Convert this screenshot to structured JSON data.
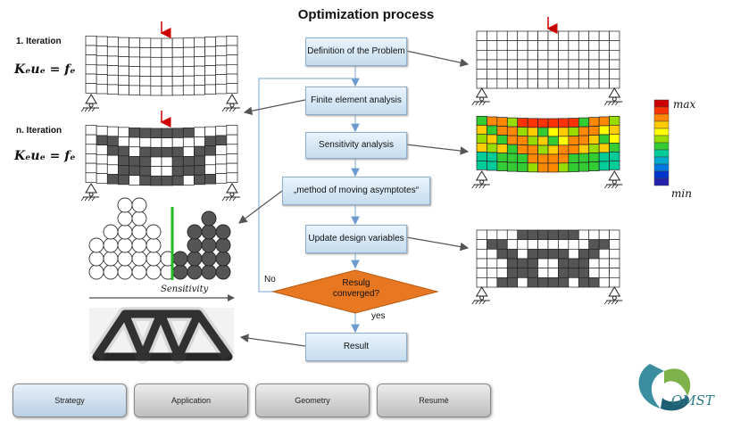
{
  "title": "Optimization process",
  "left": {
    "iter1_label": "1. Iteration",
    "itern_label": "n. Iteration",
    "equation": "Kₑuₑ = fₑ",
    "sensitivity_label": "Sensitivity"
  },
  "flow": {
    "definition": "Definition of the Problem",
    "fea": "Finite element analysis",
    "sensitivity": "Sensitivity analysis",
    "mma": "„method of moving asymptotes“",
    "update": "Update design variables",
    "converged": "Resulg converged?",
    "result": "Result",
    "no": "No",
    "yes": "yes"
  },
  "legend": {
    "max": "max",
    "min": "min",
    "colors": [
      "#cc0000",
      "#ff3300",
      "#ff8800",
      "#ffcc00",
      "#ffff00",
      "#99dd00",
      "#33cc33",
      "#00cc99",
      "#00aacc",
      "#0077dd",
      "#0033cc",
      "#2222aa"
    ]
  },
  "tabs": [
    {
      "label": "Strategy",
      "active": true
    },
    {
      "label": "Application",
      "active": false
    },
    {
      "label": "Geometry",
      "active": false
    },
    {
      "label": "Resumè",
      "active": false
    }
  ],
  "logo_text": "OMST",
  "colors": {
    "box_border": "#8eaecb",
    "decision": "#e87722",
    "arrow": "#555555",
    "loop": "#8fb3d9",
    "green_line": "#22bb22",
    "load_arrow": "#cc0000"
  }
}
